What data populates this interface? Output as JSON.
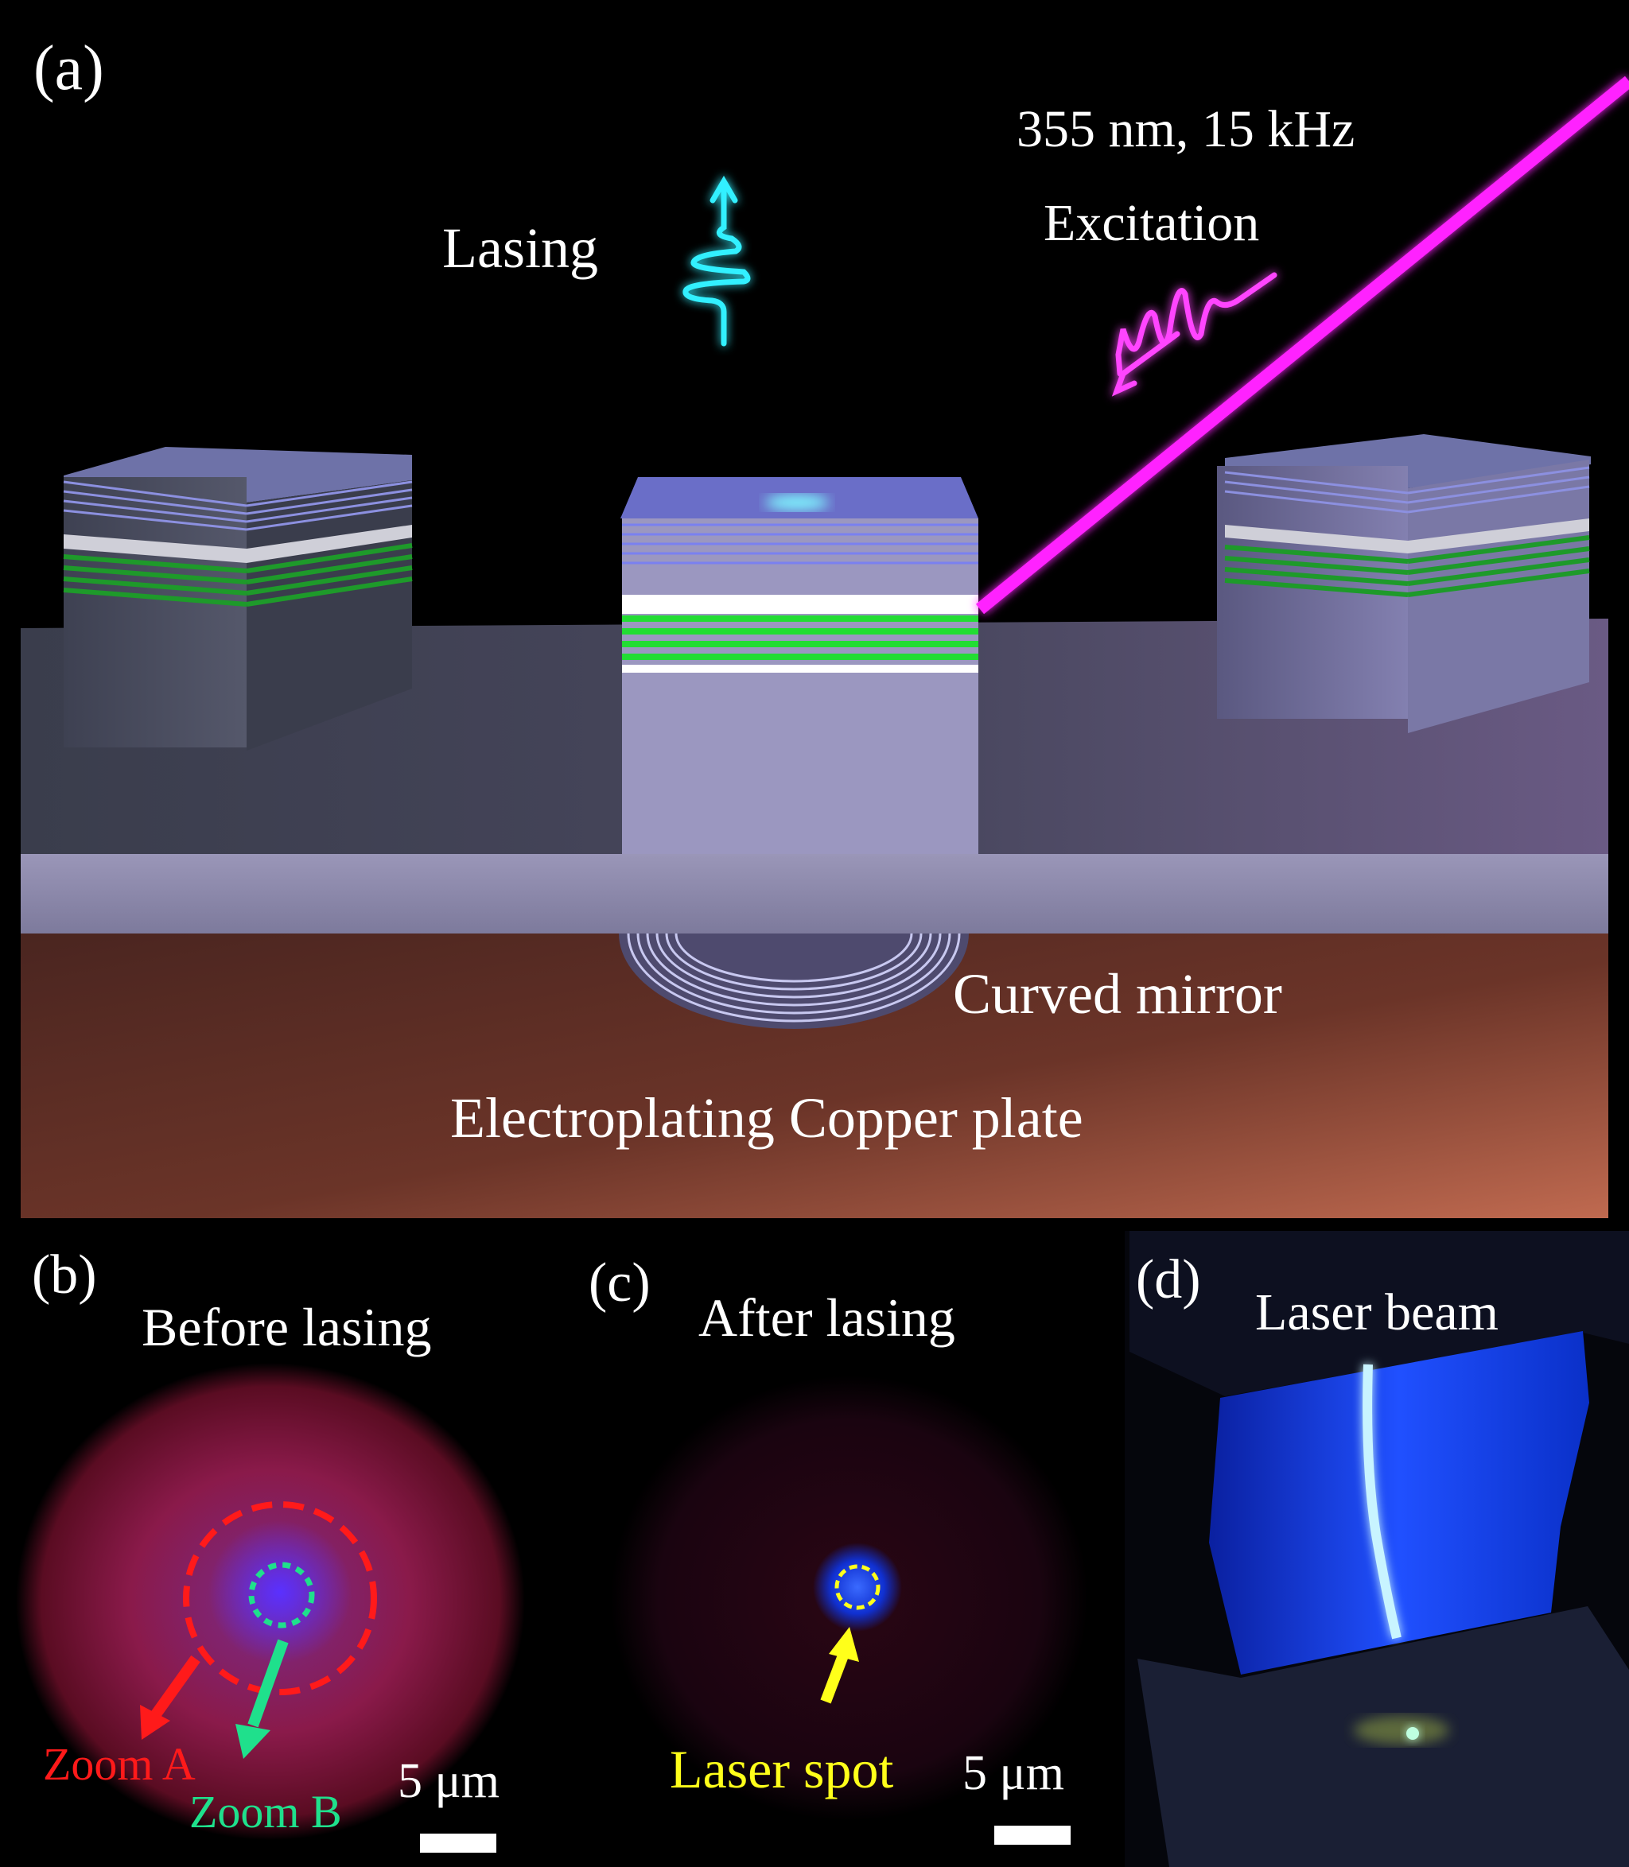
{
  "panel_a": {
    "letter": "(a)",
    "lasing": "Lasing",
    "excitation_line1": "355 nm, 15 kHz",
    "excitation_line2": "Excitation",
    "curved_mirror": "Curved mirror",
    "copper_plate": "Electroplating Copper plate"
  },
  "panel_b": {
    "letter": "(b)",
    "title": "Before lasing",
    "zoom_a": "Zoom A",
    "zoom_b": "Zoom B",
    "scale": "5 μm"
  },
  "panel_c": {
    "letter": "(c)",
    "title": "After lasing",
    "spot": "Laser spot",
    "scale": "5 μm"
  },
  "panel_d": {
    "letter": "(d)",
    "title": "Laser beam"
  },
  "colors": {
    "lasing": "#00e5ff",
    "excitation": "#ff22ff",
    "zoom_a": "#ff1a1a",
    "zoom_b": "#1fe08c",
    "laser_spot": "#ffff1a",
    "copper": "#7a3a2e"
  }
}
